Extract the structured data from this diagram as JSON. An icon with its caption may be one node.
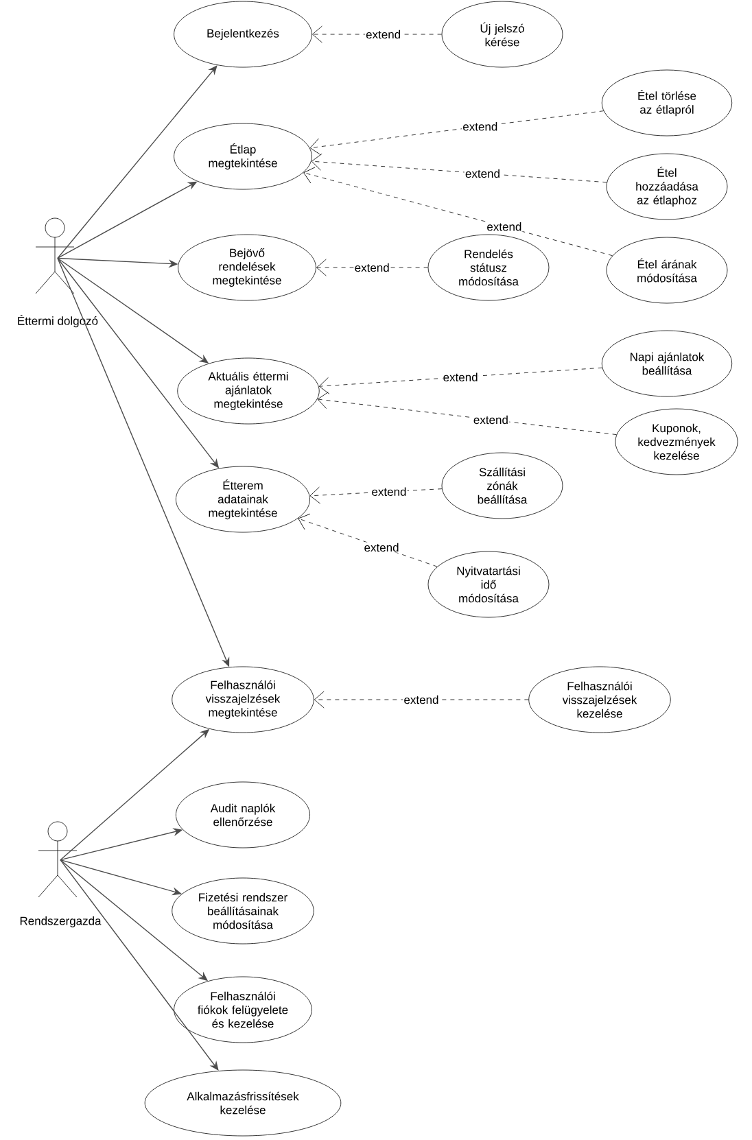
{
  "diagram": {
    "nodes": [
      {
        "text": [
          "Éttermi dolgozó"
        ]
      },
      {
        "text": [
          "Bejelentkezés"
        ]
      },
      {
        "text": [
          "Új jelszó kérése"
        ]
      },
      {
        "text": [
          "Étlap megtekintése"
        ]
      },
      {
        "text": [
          "Étel törlése az étlapról"
        ]
      },
      {
        "text": [
          "Étel hozzáadása az étlaphoz"
        ]
      },
      {
        "text": [
          "Bejövő rendelések megtekintése"
        ]
      },
      {
        "text": [
          "Rendelés státusz módosítása"
        ]
      },
      {
        "text": [
          "Étel árának módosítása"
        ]
      },
      {
        "text": [
          "Aktuális éttermi ajánlatok megtekintése"
        ]
      },
      {
        "text": [
          "Napi ajánlatok beállítása"
        ]
      },
      {
        "text": [
          "Kuponok, kedvezmények kezelése"
        ]
      },
      {
        "text": [
          "Étterem adatainak megtekintése"
        ]
      },
      {
        "text": [
          "Szállítási zónák beállítása"
        ]
      },
      {
        "text": [
          "Nyitvatartási idő módosítása"
        ]
      },
      {
        "text": [
          "Felhasználói visszajelzések megtekintése"
        ]
      },
      {
        "text": [
          "Felhasználói visszajelzések kezelése"
        ]
      },
      {
        "text": [
          "Rendszergazda"
        ]
      },
      {
        "text": [
          "Audit naplók ellenőrzése"
        ]
      },
      {
        "text": [
          "Fizetési rendszer beállításainak módosítása"
        ]
      },
      {
        "text": [
          "Felhasználói fiókok felügyelete és kezelése"
        ]
      },
      {
        "text": [
          "Alkalmazásfrissítések kezelése"
        ]
      }
    ],
    "edges": [
      {
        "from": 0,
        "to": 1,
        "arrow": "to"
      },
      {
        "from": 0,
        "to": 3,
        "arrow": "to"
      },
      {
        "from": 0,
        "to": 6,
        "arrow": "to"
      },
      {
        "from": 0,
        "to": 9,
        "arrow": "to"
      },
      {
        "from": 0,
        "to": 12,
        "arrow": "to"
      },
      {
        "from": 0,
        "to": 15,
        "arrow": "to"
      },
      {
        "from": 2,
        "to": 1,
        "arrow": "to",
        "label": "extend",
        "style": "dashed"
      },
      {
        "from": 4,
        "to": 3,
        "arrow": "to",
        "label": "extend",
        "style": "dashed"
      },
      {
        "from": 5,
        "to": 3,
        "arrow": "to",
        "label": "extend",
        "style": "dashed"
      },
      {
        "from": 8,
        "to": 3,
        "arrow": "to",
        "label": "extend",
        "style": "dashed"
      },
      {
        "from": 7,
        "to": 6,
        "arrow": "to",
        "label": "extend",
        "style": "dashed"
      },
      {
        "from": 10,
        "to": 9,
        "arrow": "to",
        "label": "extend",
        "style": "dashed"
      },
      {
        "from": 11,
        "to": 9,
        "arrow": "to",
        "label": "extend",
        "style": "dashed"
      },
      {
        "from": 13,
        "to": 12,
        "arrow": "to",
        "label": "extend",
        "style": "dashed"
      },
      {
        "from": 14,
        "to": 12,
        "arrow": "to",
        "label": "extend",
        "style": "dashed"
      },
      {
        "from": 16,
        "to": 15,
        "arrow": "to",
        "label": "extend",
        "style": "dashed"
      },
      {
        "from": 17,
        "to": 15,
        "arrow": "to"
      },
      {
        "from": 17,
        "to": 18,
        "arrow": "to"
      },
      {
        "from": 17,
        "to": 19,
        "arrow": "to"
      },
      {
        "from": 17,
        "to": 20,
        "arrow": "to"
      },
      {
        "from": 17,
        "to": 21,
        "arrow": "to"
      }
    ]
  }
}
